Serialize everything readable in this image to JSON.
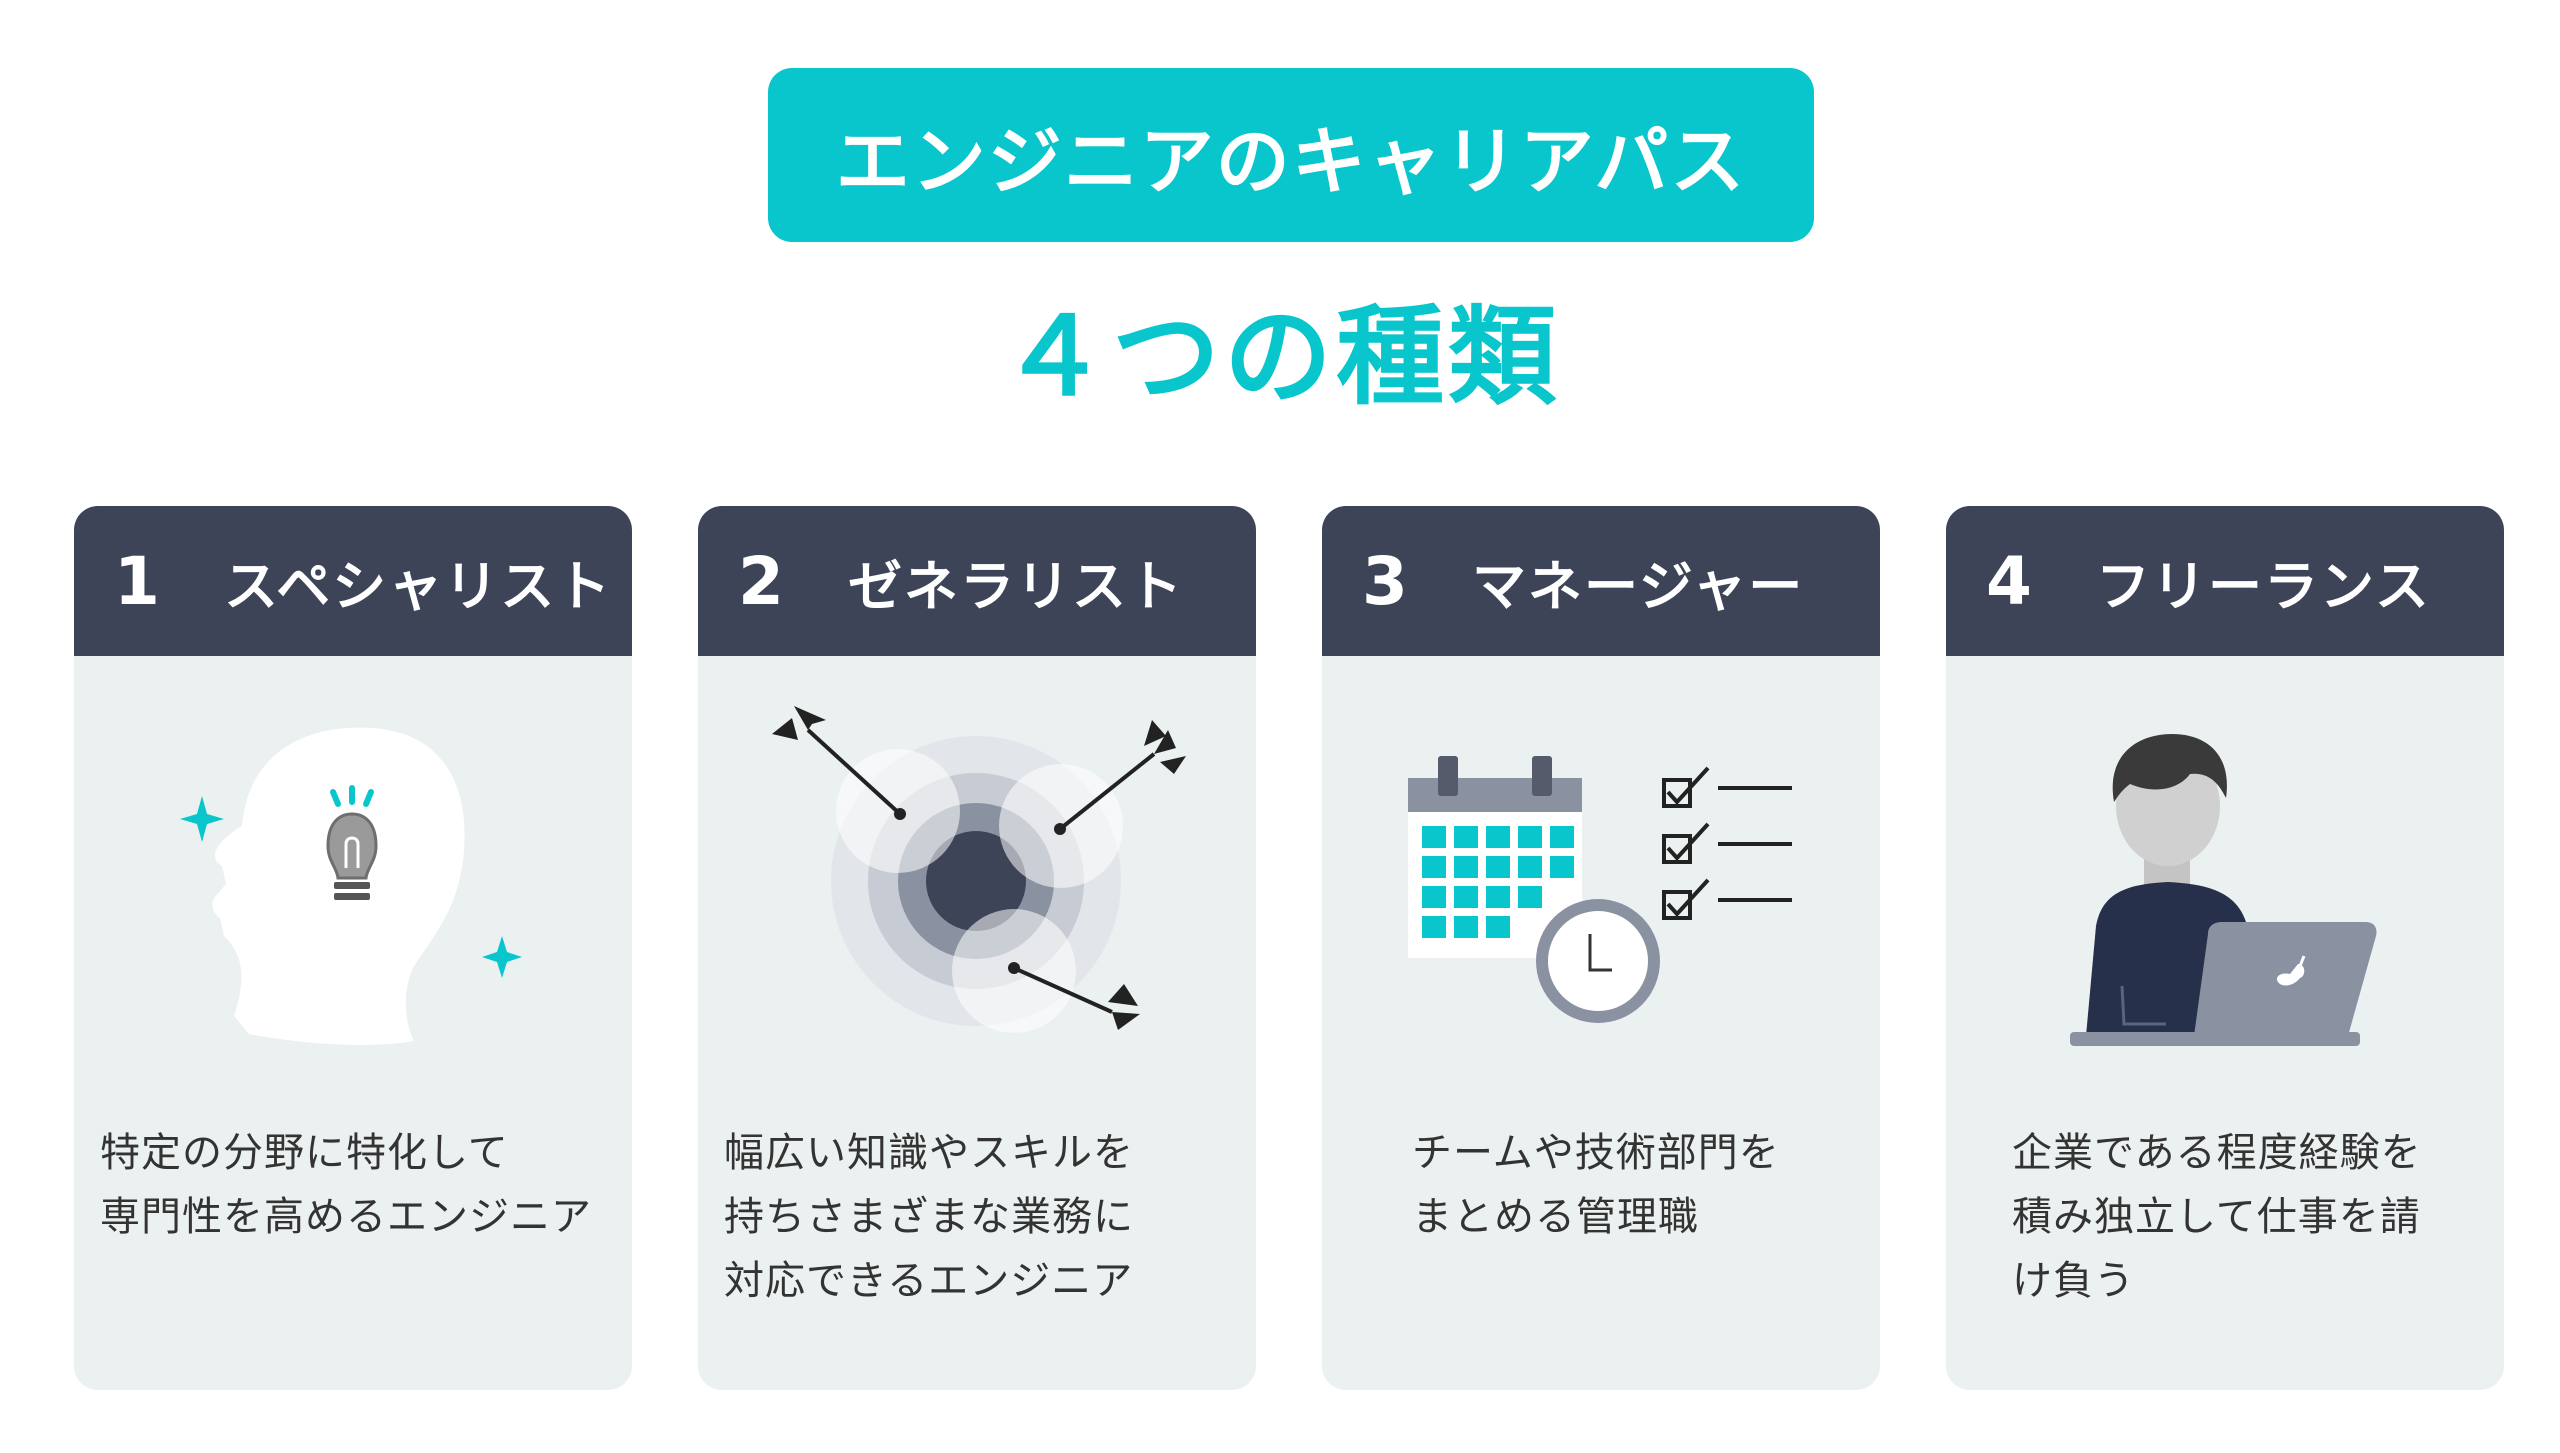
{
  "header": {
    "title": "エンジニアのキャリアパス",
    "subtitle": "４つの種類"
  },
  "colors": {
    "accent": "#08c6cc",
    "header_bg": "#3d4458",
    "card_bg": "#ebf0f1",
    "text": "#333333"
  },
  "cards": [
    {
      "number": "1",
      "title": "スペシャリスト",
      "icon": "head-lightbulb-icon",
      "lines": [
        "特定の分野に特化して",
        "専門性を高めるエンジニア"
      ]
    },
    {
      "number": "2",
      "title": "ゼネラリスト",
      "icon": "target-arrows-icon",
      "lines": [
        "幅広い知識やスキルを",
        "持ちさまざまな業務に",
        "対応できるエンジニア"
      ]
    },
    {
      "number": "3",
      "title": "マネージャー",
      "icon": "calendar-checklist-icon",
      "lines": [
        "チームや技術部門を",
        "まとめる管理職"
      ]
    },
    {
      "number": "4",
      "title": "フリーランス",
      "icon": "person-laptop-icon",
      "lines": [
        "企業である程度経験を",
        "積み独立して仕事を請",
        "け負う"
      ]
    }
  ]
}
